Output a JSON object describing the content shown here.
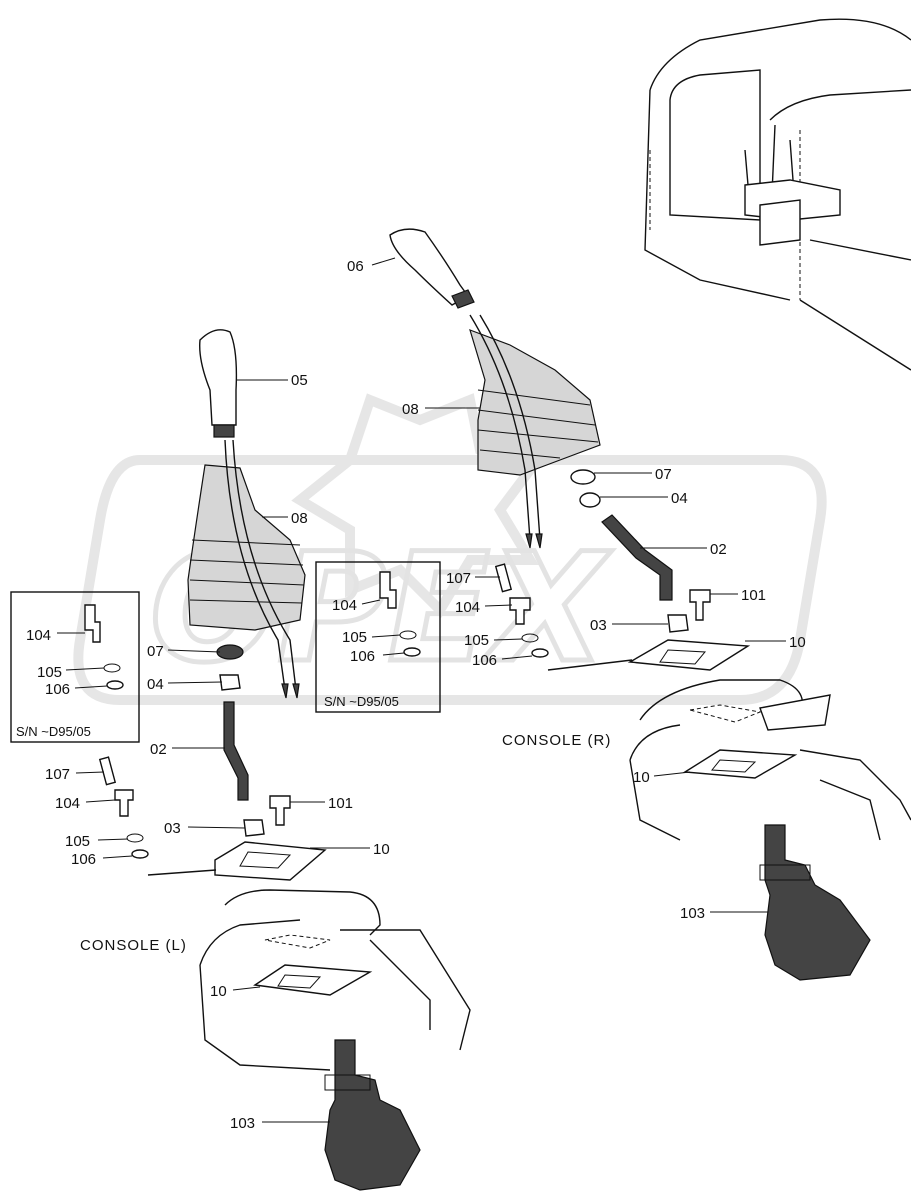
{
  "title": "",
  "watermark": "OPEX",
  "callouts": [
    {
      "id": "left-05",
      "label": "05"
    },
    {
      "id": "left-08",
      "label": "08"
    },
    {
      "id": "left-07",
      "label": "07"
    },
    {
      "id": "left-04",
      "label": "04"
    },
    {
      "id": "left-02",
      "label": "02"
    },
    {
      "id": "left-107",
      "label": "107"
    },
    {
      "id": "left-104",
      "label": "104"
    },
    {
      "id": "left-101",
      "label": "101"
    },
    {
      "id": "left-03",
      "label": "03"
    },
    {
      "id": "left-105",
      "label": "105"
    },
    {
      "id": "left-10",
      "label": "10"
    },
    {
      "id": "left-106",
      "label": "106"
    },
    {
      "id": "left-10b",
      "label": "10"
    },
    {
      "id": "left-103",
      "label": "103"
    },
    {
      "id": "right-06",
      "label": "06"
    },
    {
      "id": "right-08",
      "label": "08"
    },
    {
      "id": "right-07",
      "label": "07"
    },
    {
      "id": "right-04",
      "label": "04"
    },
    {
      "id": "right-02",
      "label": "02"
    },
    {
      "id": "right-107",
      "label": "107"
    },
    {
      "id": "right-104",
      "label": "104"
    },
    {
      "id": "right-101",
      "label": "101"
    },
    {
      "id": "right-03",
      "label": "03"
    },
    {
      "id": "right-10",
      "label": "10"
    },
    {
      "id": "right-105",
      "label": "105"
    },
    {
      "id": "right-106",
      "label": "106"
    },
    {
      "id": "right-10b",
      "label": "10"
    },
    {
      "id": "right-103",
      "label": "103"
    }
  ],
  "console_left_label": "CONSOLE (L)",
  "console_right_label": "CONSOLE (R)",
  "inset_left": {
    "labels": {
      "a": "104",
      "b": "105",
      "c": "106"
    },
    "serial": "S/N  ~D95/05"
  },
  "inset_right": {
    "labels": {
      "a": "104",
      "b": "105",
      "c": "106"
    },
    "serial": "S/N  ~D95/05"
  }
}
